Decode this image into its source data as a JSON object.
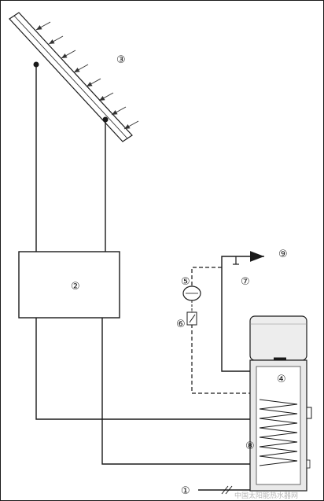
{
  "diagram": {
    "labels": {
      "inlet": "①",
      "controller": "②",
      "collector": "③",
      "tank": "④",
      "pump": "⑤",
      "valve": "⑥",
      "hot_pipe": "⑦",
      "heat_exchanger": "⑧",
      "outlet": "⑨"
    },
    "watermark": "中国太阳能热水器网",
    "colors": {
      "line": "#1a1a1a",
      "tank_fill": "#e9e9e9",
      "background": "#ffffff"
    }
  }
}
